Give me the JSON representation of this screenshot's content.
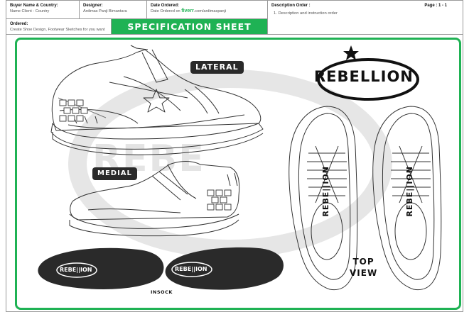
{
  "header": {
    "buyer_label": "Buyer Name & Country:",
    "buyer_value": "Name Client - Country",
    "designer_label": "Designer:",
    "designer_value": "Ardimas Panji Bimantara",
    "date_label": "Date Ordered:",
    "date_prefix": "Date Ordered on",
    "date_brand": "fiverr",
    "date_suffix": ".com/ardimaspanji",
    "desc_label": "Description Order :",
    "desc_item": "1. Description and instruction order",
    "page_label": "Page : 1 - 1",
    "ordered_label": "Ordered:",
    "ordered_value": "Create Shoe Design, Footwear Sketches for you want",
    "sheet_title": "SPECIFICATION SHEET"
  },
  "canvas": {
    "lateral_label": "LATERAL",
    "medial_label": "MEDIAL",
    "brand_logo": "REBELLION",
    "watermark": "REBE",
    "top_view_line1": "TOP",
    "top_view_line2": "VIEW",
    "insock_label": "INSOCK",
    "insole_logo": "REBE||ION",
    "tongue_text": "REBE||ION"
  },
  "colors": {
    "accent": "#1fb254",
    "dark": "#2a2a2a"
  }
}
